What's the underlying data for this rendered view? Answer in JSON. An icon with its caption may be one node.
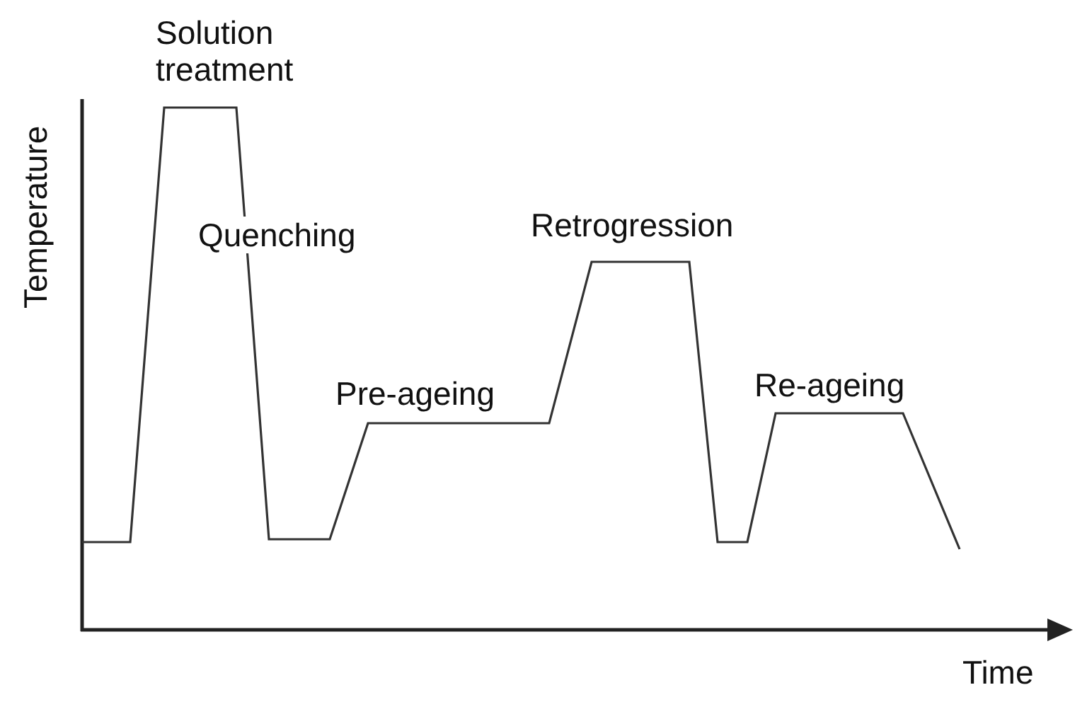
{
  "diagram": {
    "labels": [
      "Solution treatment",
      "Temperature",
      "Quenching",
      "Retrogression",
      "Pre-ageing",
      "Re-ageing",
      "Time"
    ]
  }
}
